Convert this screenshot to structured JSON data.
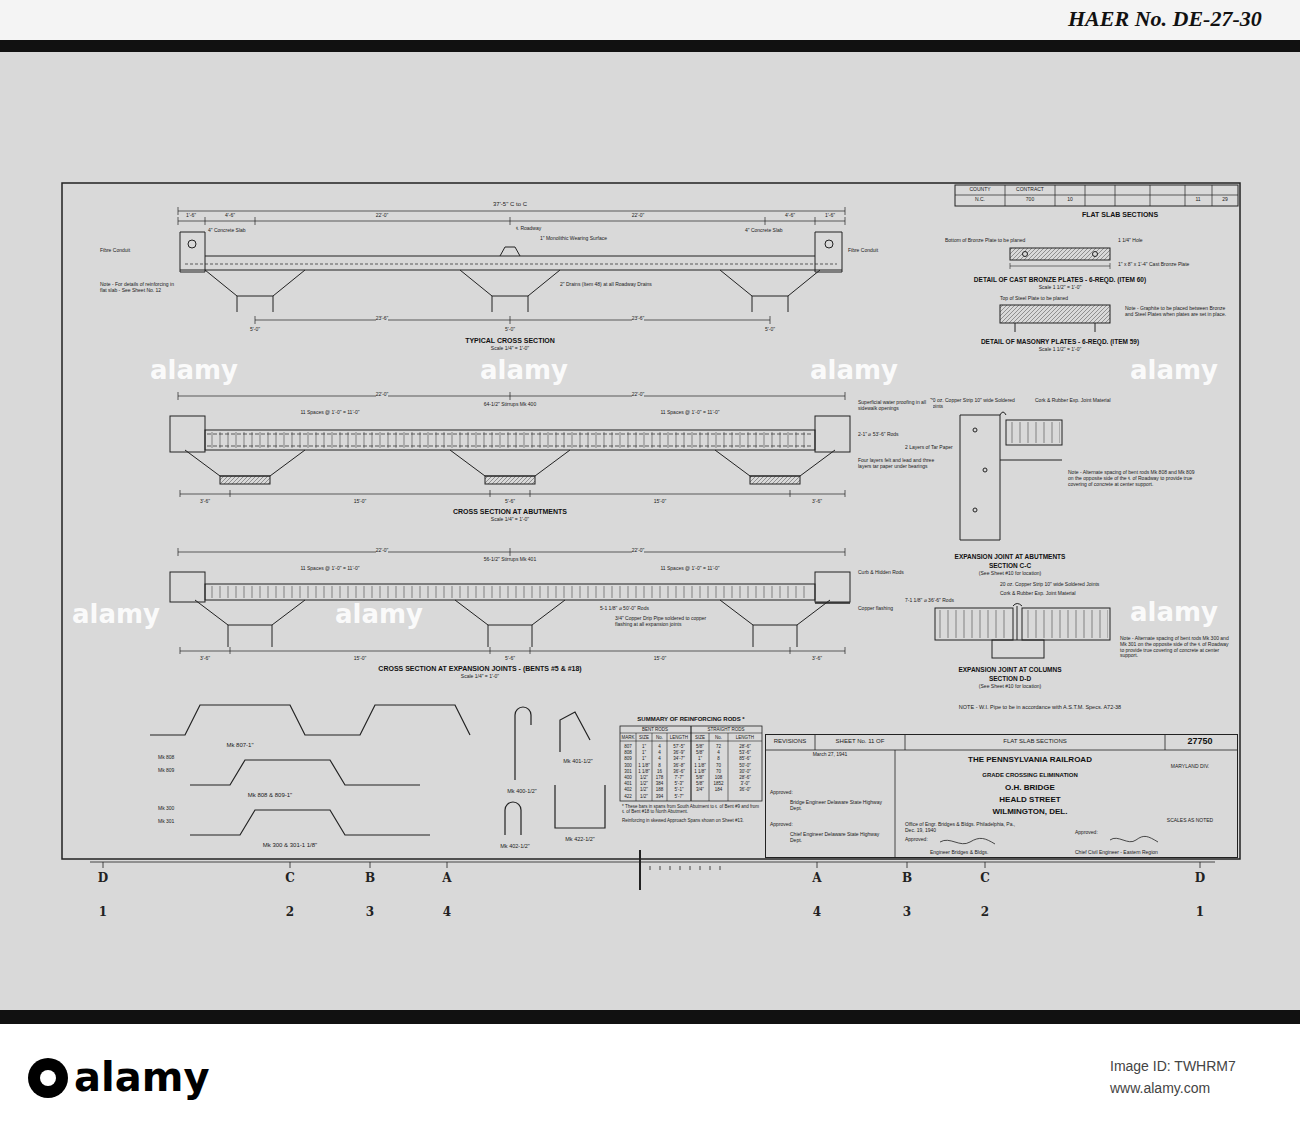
{
  "diagram": {
    "nodes": [
      {
        "text": [
          "REVISIONS",
          "SHEET No. 11 OF",
          "FLAT SLAB SECTIONS",
          "27750",
          "March 27, 1941",
          "THE PENNSYLVANIA RAILROAD",
          "MARYLAND DIV.",
          "GRADE CROSSING ELIMINATION",
          "O.H. BRIDGE",
          "HEALD STREET",
          "WILMINGTON, DEL.",
          "SCALES AS NOTED",
          "Approved:",
          "Bridge Engineer Delaware State Highway Dept.",
          "Approved:",
          "Chief Engineer Delaware State Highway Dept.",
          "Office of Engr. Bridges & Bldgs. Philadelphia, Pa., Dec. 19, 1940",
          "Approved:",
          "Engineer Bridges & Bldgs.",
          "Approved:",
          "Chief Civil Engineer - Eastern Region"
        ]
      }
    ],
    "labels": [
      "HAER No. DE-27-30",
      "alamy",
      "alamy",
      "alamy",
      "alamy",
      "alamy",
      "alamy",
      "alamy",
      "alamy",
      "Image ID: TWHRM7",
      "www.alamy.com",
      "D",
      "C",
      "B",
      "A",
      "A",
      "B",
      "C",
      "D",
      "1",
      "2",
      "3",
      "4",
      "4",
      "3",
      "2",
      "1",
      "COUNTY",
      "CONTRACT",
      "N.C.",
      "700",
      "10",
      "11",
      "29",
      "FLAT SLAB SECTIONS",
      "DETAIL OF CAST BRONZE PLATES - 6-REQD. (ITEM 60)",
      "Scale 1 1/2\" = 1'-0\"",
      "Bottom of Bronze Plate to be planed",
      "1 1/4\" Hole",
      "1\" x 8\" x 1'-4\" Cast Bronze Plate",
      "Top of Steel Plate to be planed",
      "Note - Graphite to be placed between Bronze and Steel Plates when plates are set in place.",
      "DETAIL OF MASONRY PLATES - 6-REQD. (ITEM 59)",
      "Scale 1 1/2\" = 1'-0\"",
      "20 oz. Copper Strip 10\" wide Soldered Joints",
      "Cork & Rubber Exp. Joint Material",
      "2 Layers of Tar Paper",
      "Note - Alternate spacing of bent rods Mk 808 and Mk 809 on the opposite side of the ℄ of Roadway to provide true covering of concrete at center support.",
      "EXPANSION JOINT AT ABUTMENTS",
      "SECTION C-C",
      "(See Sheet #10 for location)",
      "20 oz. Copper Strip 10\" wide Soldered Joints",
      "Cork & Rubber Exp. Joint Material",
      "7-1 1/8\" ⌀ 36'-6\" Rods",
      "Note - Alternate spacing of bent rods Mk 300 and Mk 301 on the opposite side of the ℄ of Roadway to provide true covering of concrete at center support.",
      "EXPANSION JOINT AT COLUMNS",
      "SECTION D-D",
      "(See Sheet #10 for location)",
      "NOTE - W.I. Pipe to be in accordance with A.S.T.M. Specs. A72-38",
      "37'-5\" C to C",
      "1'-6\"",
      "4'-6\"",
      "22'-0\"",
      "22'-0\"",
      "4'-6\"",
      "1'-6\"",
      "4\" Concrete Slab",
      "Fibre Conduit",
      "1\" Monolithic Wearing Surface",
      "℄ Roadway",
      "Note - For details of reinforcing in flat slab - See Sheet No. 12",
      "2\" Drains (Item 48) at all Roadway Drains",
      "Fibre Conduit",
      "4\" Concrete Slab",
      "23'-6\"",
      "23'-6\"",
      "5'-0\"",
      "5'-0\"",
      "5'-0\"",
      "TYPICAL CROSS SECTION",
      "Scale 1/4\" = 1'-0\"",
      "22'-0\"",
      "22'-0\"",
      "64-1/2\" Stirrups Mk 400",
      "11 Spaces @ 1'-0\" = 11'-0\"",
      "11 Spaces @ 1'-0\" = 11'-0\"",
      "Superficial water proofing in all sidewalk openings",
      "2-1\" ⌀ 53'-6\" Rods",
      "Four layers felt and lead and three layers tar paper under bearings",
      "3'-6\"",
      "15'-0\"",
      "5'-6\"",
      "15'-0\"",
      "3'-6\"",
      "CROSS SECTION AT ABUTMENTS",
      "Scale 1/4\" = 1'-0\"",
      "22'-0\"",
      "22'-0\"",
      "56-1/2\" Stirrups Mk 401",
      "11 Spaces @ 1'-0\" = 11'-0\"",
      "11 Spaces @ 1'-0\" = 11'-0\"",
      "Curb & Hidden Rods",
      "5-1 1/8\" ⌀ 50'-0\" Rods",
      "3/4\" Copper Drip Pipe soldered to copper flashing at all expansion joints",
      "Copper flashing",
      "3'-6\"",
      "15'-0\"",
      "5'-6\"",
      "15'-0\"",
      "3'-6\"",
      "CROSS SECTION AT EXPANSION JOINTS - (BENTS #5 & #18)",
      "Scale 1/4\" = 1'-0\"",
      "Mk 807-1\"",
      "Mk 808",
      "Mk 809",
      "Mk 808 & 809-1\"",
      "Mk 300",
      "Mk 301",
      "Mk 300 & 301-1 1/8\"",
      "Mk 400-1/2\"",
      "Mk 401-1/2\"",
      "Mk 402-1/2\"",
      "Mk 422-1/2\"",
      "SUMMARY OF REINFORCING RODS *",
      "BENT RODS",
      "STRAIGHT RODS",
      "MARK",
      "SIZE",
      "No.",
      "LENGTH",
      "SIZE",
      "No.",
      "LENGTH",
      "807",
      "1\"",
      "4",
      "57'-5\"",
      "5/8\"",
      "72",
      "28'-6\"",
      "808",
      "1\"",
      "4",
      "36'-9\"",
      "5/8\"",
      "4",
      "53'-6\"",
      "809",
      "1\"",
      "4",
      "34'-7\"",
      "1\"",
      "8",
      "85'-6\"",
      "300",
      "1 1/8\"",
      "8",
      "36'-8\"",
      "1 1/8\"",
      "70",
      "50'-0\"",
      "301",
      "1 1/8\"",
      "16",
      "36'-6\"",
      "1 1/8\"",
      "70",
      "30'-0\"",
      "400",
      "1/2\"",
      "178",
      "7'-7\"",
      "5/8\"",
      "108",
      "28'-6\"",
      "401",
      "1/2\"",
      "384",
      "5'-3\"",
      "5/8\"",
      "1852",
      "3'-0\"",
      "402",
      "1/2\"",
      "188",
      "5'-1\"",
      "3/4\"",
      "184",
      "36'-0\"",
      "422",
      "1/2\"",
      "394",
      "5'-7\"",
      "* These bars in spans from South Abutment to ℄ of Bent #9 and from ℄ of Bent #18 to North Abutment.",
      "Reinforcing in skewed Approach Spans shown on Sheet #13."
    ]
  }
}
